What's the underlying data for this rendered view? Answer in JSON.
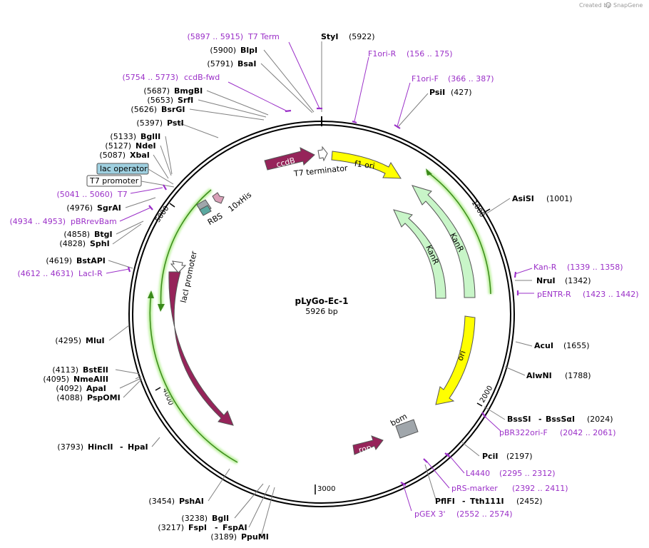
{
  "credit": {
    "text": "Created by",
    "brand": "SnapGene"
  },
  "plasmid": {
    "name": "pLyGo-Ec-1",
    "size": "5926 bp"
  },
  "ticks": [
    "1000",
    "2000",
    "3000",
    "4000",
    "5000"
  ],
  "features": {
    "ccdB": "ccdB",
    "t7_terminator": "T7 terminator",
    "f1_ori": "f1 ori",
    "kanr_outer": "KanR",
    "kanr_inner": "KanR",
    "ori": "ori",
    "bom": "bom",
    "rop": "rop",
    "laci": "lacI",
    "laci_promoter": "lacI promoter",
    "his": "10xHis",
    "rbs": "RBS",
    "lac_operator": "lac operator",
    "t7_promoter": "T7 promoter"
  },
  "enzymes_left": [
    {
      "pos": "(5900)",
      "name": "BlpI"
    },
    {
      "pos": "(5791)",
      "name": "BsaI"
    },
    {
      "pos": "(5687)",
      "name": "BmgBI"
    },
    {
      "pos": "(5653)",
      "name": "SrfI"
    },
    {
      "pos": "(5626)",
      "name": "BsrGI"
    },
    {
      "pos": "(5397)",
      "name": "PstI"
    },
    {
      "pos": "(5133)",
      "name": "BglII"
    },
    {
      "pos": "(5127)",
      "name": "NdeI"
    },
    {
      "pos": "(5087)",
      "name": "XbaI"
    },
    {
      "pos": "(4976)",
      "name": "SgrAI"
    },
    {
      "pos": "(4858)",
      "name": "BtgI"
    },
    {
      "pos": "(4828)",
      "name": "SphI"
    },
    {
      "pos": "(4619)",
      "name": "BstAPI"
    },
    {
      "pos": "(4295)",
      "name": "MluI"
    },
    {
      "pos": "(4113)",
      "name": "BstEII"
    },
    {
      "pos": "(4095)",
      "name": "NmeAIII"
    },
    {
      "pos": "(4092)",
      "name": "ApaI"
    },
    {
      "pos": "(4088)",
      "name": "PspOMI"
    },
    {
      "pos": "(3793)",
      "name": "HincII",
      "name2": "HpaI"
    },
    {
      "pos": "(3454)",
      "name": "PshAI"
    },
    {
      "pos": "(3238)",
      "name": "BglI"
    },
    {
      "pos": "(3217)",
      "name": "FspI",
      "name2": "FspAI"
    },
    {
      "pos": "(3189)",
      "name": "PpuMI"
    }
  ],
  "enzymes_right": [
    {
      "name": "StyI",
      "pos": "(5922)"
    },
    {
      "name": "PsiI",
      "pos": "(427)"
    },
    {
      "name": "AsiSI",
      "pos": "(1001)"
    },
    {
      "name": "NruI",
      "pos": "(1342)"
    },
    {
      "name": "AcuI",
      "pos": "(1655)"
    },
    {
      "name": "AlwNI",
      "pos": "(1788)"
    },
    {
      "name": "BssSI",
      "name2": "BssSαI",
      "pos": "(2024)"
    },
    {
      "name": "PciI",
      "pos": "(2197)"
    },
    {
      "name": "PflFI",
      "name2": "Tth111I",
      "pos": "(2452)"
    }
  ],
  "primers": [
    {
      "range": "(5897 .. 5915)",
      "name": "T7 Term"
    },
    {
      "range": "(156 .. 175)",
      "name": "F1ori-R"
    },
    {
      "range": "(366 .. 387)",
      "name": "F1ori-F"
    },
    {
      "range": "(5754 .. 5773)",
      "name": "ccdB-fwd"
    },
    {
      "range": "(5041 .. 5060)",
      "name": "T7"
    },
    {
      "range": "(4934 .. 4953)",
      "name": "pBRrevBam"
    },
    {
      "range": "(4612 .. 4631)",
      "name": "LacI-R"
    },
    {
      "range": "(1339 .. 1358)",
      "name": "Kan-R"
    },
    {
      "range": "(1423 .. 1442)",
      "name": "pENTR-R"
    },
    {
      "range": "(2042 .. 2061)",
      "name": "pBR322ori-F"
    },
    {
      "range": "(2295 .. 2312)",
      "name": "L4440"
    },
    {
      "range": "(2392 .. 2411)",
      "name": "pRS-marker"
    },
    {
      "range": "(2552 .. 2574)",
      "name": "pGEX 3'"
    }
  ],
  "colors": {
    "primer": "#9b30c8",
    "laci": "#96245a",
    "f1_ori": "#ffff00",
    "kanr": "#c8f5c8",
    "bom": "#a0a6ab",
    "lac_operator": "#9fd0e0",
    "green_arc": "#3a8a1a"
  }
}
